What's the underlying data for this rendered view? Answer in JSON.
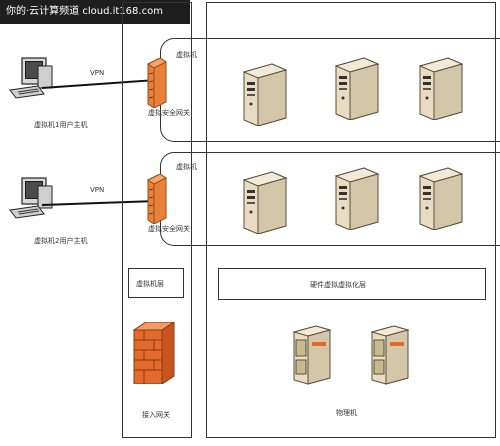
{
  "watermark": "你的·云计算频道 cloud.it168.com",
  "left_clients": [
    {
      "vpn_label": "VPN",
      "host_label": "虚拟机1用户主机"
    },
    {
      "vpn_label": "VPN",
      "host_label": "虚拟机2用户主机"
    }
  ],
  "gateway_label": "虚拟安全网关",
  "vm_group_label": "虚拟机",
  "vm_layer_label": "虚拟机层",
  "access_gateway_label": "接入网关",
  "virtualization_layer_label": "硬件虚拟虚拟化层",
  "hardware_label": "物理机",
  "colors": {
    "border": "#333333",
    "gateway_orange": "#e8823a",
    "firewall_orange": "#e26a2c",
    "server_beige": "#e8dcc2"
  }
}
